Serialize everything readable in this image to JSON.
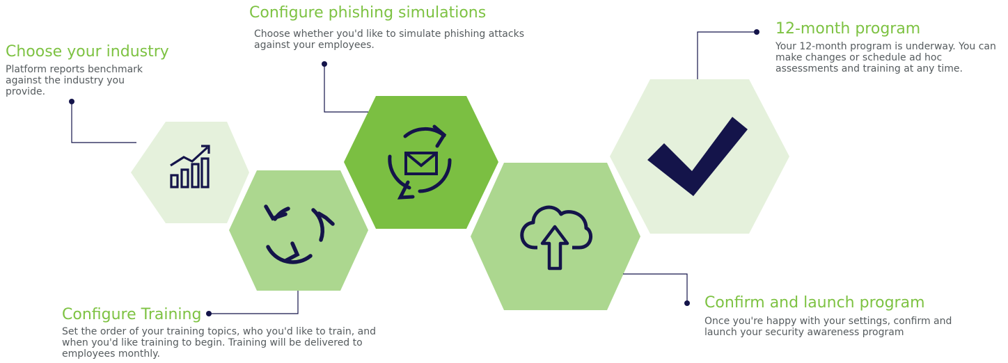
{
  "colors": {
    "hex_light": "#e5f1dc",
    "hex_mid": "#acd78f",
    "hex_bright": "#7bbf42",
    "navy": "#14144a",
    "title_green": "#7dc242",
    "desc_gray": "#555b5e"
  },
  "steps": [
    {
      "title": "Choose your industry",
      "description": "Platform reports benchmark against the industry you provide.",
      "icon": "bar-chart-growth-icon"
    },
    {
      "title": "Configure Training",
      "description": "Set the order of your training topics, who you'd like to train, and when you'd like training to begin. Training will be delivered to employees monthly.",
      "icon": "cycle-arrows-icon"
    },
    {
      "title": "Configure phishing simulations",
      "description": "Choose whether you'd like to simulate phishing attacks against your employees.",
      "icon": "email-cycle-icon"
    },
    {
      "title": "Confirm and launch program",
      "description": "Once you're happy with your settings, confirm and launch your security awareness program",
      "icon": "cloud-upload-icon"
    },
    {
      "title": "12-month program",
      "description": "Your 12-month program is underway. You can make changes or schedule ad hoc assessments and training at any time.",
      "icon": "checkmark-icon"
    }
  ]
}
